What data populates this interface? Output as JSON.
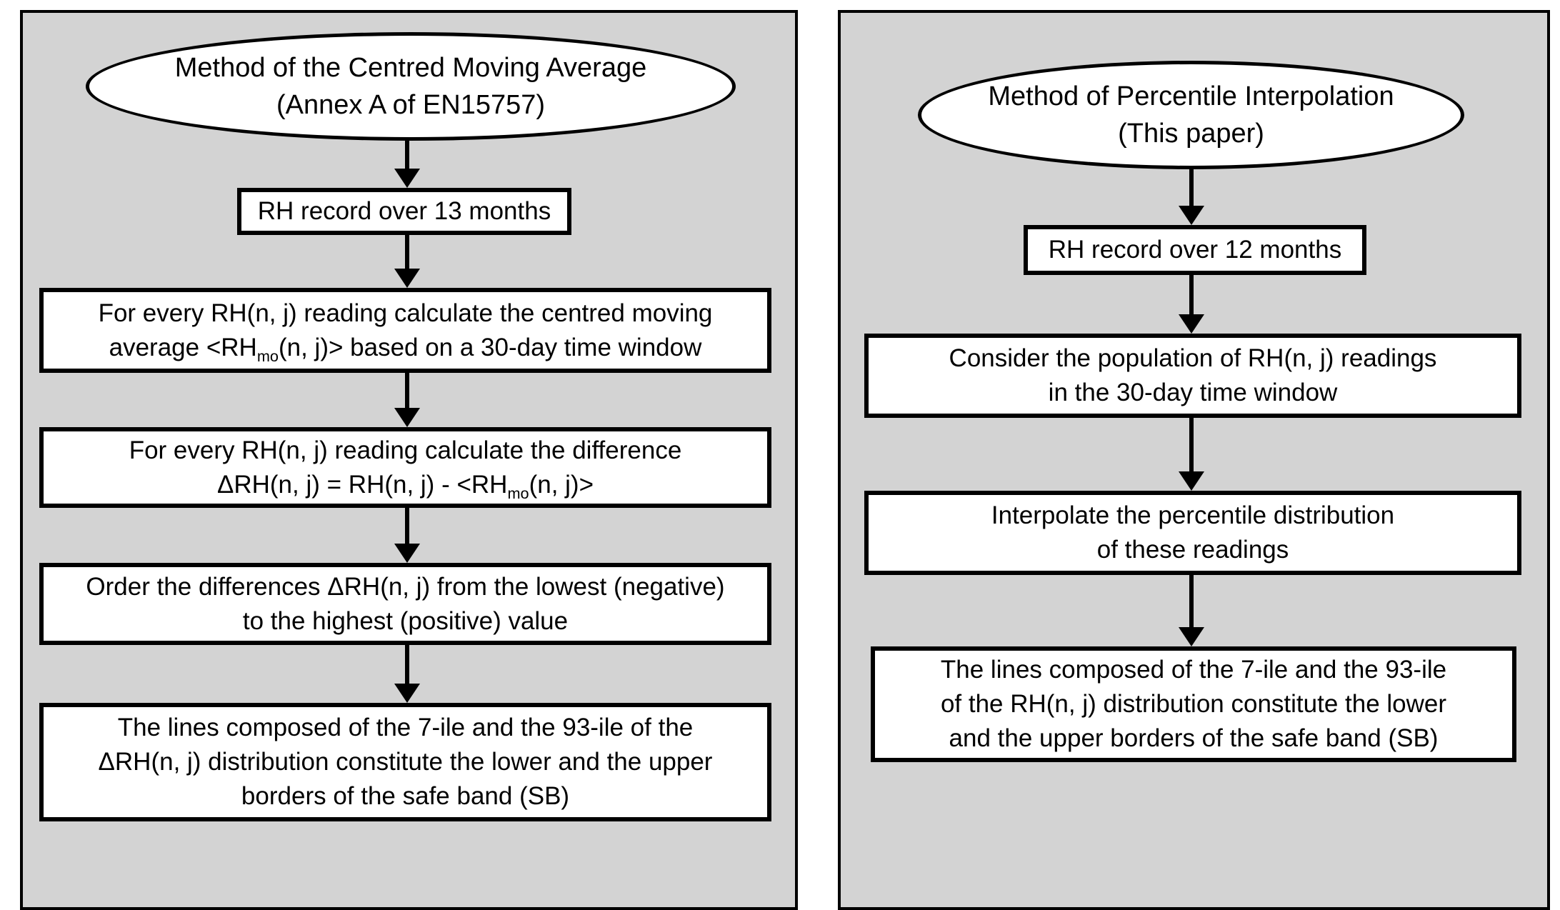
{
  "colors": {
    "panel_bg": "#d3d3d3",
    "box_bg": "#ffffff",
    "line_color": "#000000",
    "text_color": "#000000",
    "page_bg": "#ffffff"
  },
  "left": {
    "ellipse": {
      "line1": "Method of the Centred Moving Average",
      "line2": "(Annex A of EN15757)"
    },
    "box1": {
      "line1": "RH record over 13 months"
    },
    "box2": {
      "line1": "For every RH(n, j) reading calculate the centred moving",
      "line2_pre": "average <RH",
      "line2_sub": "mo",
      "line2_post": "(n, j)> based on a 30-day time window"
    },
    "box3": {
      "line1": "For every RH(n, j) reading calculate the difference",
      "line2_pre": "ΔRH(n, j) = RH(n, j) - <RH",
      "line2_sub": "mo",
      "line2_post": "(n, j)>"
    },
    "box4": {
      "line1": "Order the differences ΔRH(n, j) from the lowest (negative)",
      "line2": "to the highest (positive) value"
    },
    "box5": {
      "line1": "The lines composed of the 7-ile and the 93-ile of the",
      "line2": "ΔRH(n, j) distribution constitute the lower and the upper",
      "line3": "borders of the safe band (SB)"
    }
  },
  "right": {
    "ellipse": {
      "line1": "Method of Percentile Interpolation",
      "line2": "(This paper)"
    },
    "box1": {
      "line1": "RH record over 12 months"
    },
    "box2": {
      "line1": "Consider the population of RH(n, j) readings",
      "line2": "in the 30-day time window"
    },
    "box3": {
      "line1": "Interpolate the percentile distribution",
      "line2": "of these readings"
    },
    "box4": {
      "line1": "The lines composed of the 7-ile and the 93-ile",
      "line2": "of the RH(n, j) distribution constitute the lower",
      "line3": "and the upper borders of the safe band (SB)"
    }
  }
}
